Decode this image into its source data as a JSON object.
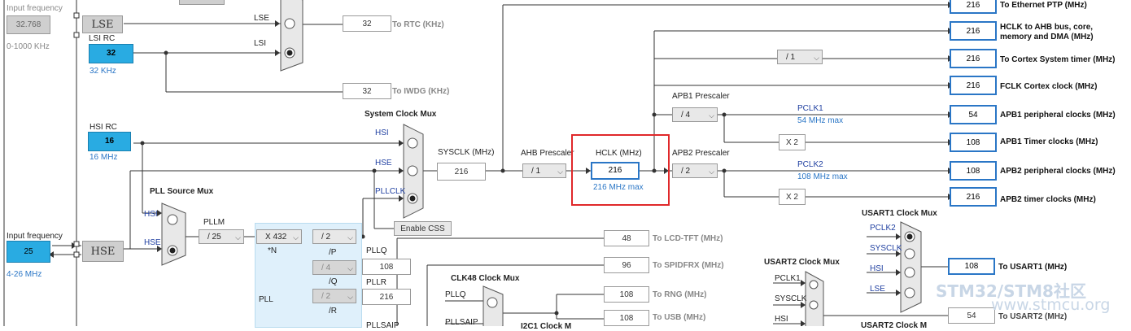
{
  "input_freq_top": {
    "label": "Input frequency",
    "value": "32.768",
    "range": "0-1000 KHz"
  },
  "lse_button": "LSE",
  "lsi": {
    "title": "LSI RC",
    "value": "32",
    "sub": "32 KHz"
  },
  "rtc_mux": {
    "lse": "LSE",
    "lsi": "LSI"
  },
  "rtc": {
    "value": "32",
    "label": "To RTC (KHz)"
  },
  "iwdg": {
    "value": "32",
    "label": "To IWDG (KHz)"
  },
  "hsi": {
    "title": "HSI RC",
    "value": "16",
    "sub": "16 MHz"
  },
  "sys_mux": {
    "title": "System Clock Mux",
    "hsi": "HSI",
    "hse": "HSE",
    "pllclk": "PLLCLK"
  },
  "sysclk": {
    "label": "SYSCLK (MHz)",
    "value": "216"
  },
  "enable_css": "Enable CSS",
  "ahb": {
    "label": "AHB Prescaler",
    "value": "/ 1"
  },
  "hclk": {
    "label": "HCLK (MHz)",
    "value": "216",
    "max": "216 MHz max"
  },
  "apb1": {
    "label": "APB1 Prescaler",
    "value": "/ 4",
    "pclk": "PCLK1",
    "max": "54 MHz max",
    "x2": "X 2"
  },
  "apb2": {
    "label": "APB2 Prescaler",
    "value": "/ 2",
    "pclk": "PCLK2",
    "max": "108 MHz max",
    "x2": "X 2"
  },
  "cortex_div": "/ 1",
  "outputs": [
    {
      "value": "216",
      "label": "To Ethernet PTP (MHz)"
    },
    {
      "value": "216",
      "label": "HCLK to AHB bus, core,",
      "label2": "memory and DMA (MHz)"
    },
    {
      "value": "216",
      "label": "To Cortex System timer (MHz)"
    },
    {
      "value": "216",
      "label": "FCLK Cortex clock (MHz)"
    },
    {
      "value": "54",
      "label": "APB1 peripheral clocks (MHz)"
    },
    {
      "value": "108",
      "label": "APB1 Timer clocks (MHz)"
    },
    {
      "value": "108",
      "label": "APB2 peripheral clocks (MHz)"
    },
    {
      "value": "216",
      "label": "APB2 timer clocks (MHz)"
    }
  ],
  "pll_src": {
    "title": "PLL Source Mux",
    "hsi": "HSI",
    "hse": "HSE"
  },
  "input_freq_bot": {
    "label": "Input frequency",
    "value": "25",
    "range": "4-26 MHz"
  },
  "hse_button": "HSE",
  "pllm": {
    "label": "PLLM",
    "value": "/ 25"
  },
  "pll": {
    "n_value": "X 432",
    "n_label": "*N",
    "p_value": "/ 2",
    "p_label": "/P",
    "q_value": "/ 4",
    "q_label": "/Q",
    "r_value": "/ 2",
    "r_label": "/R",
    "pllq_label": "PLLQ",
    "pllq_value": "108",
    "pllr_label": "PLLR",
    "pllr_value": "216",
    "pll_label": "PLL",
    "pllsaip": "PLLSAIP"
  },
  "lcd": {
    "value": "48",
    "label": "To LCD-TFT (MHz)"
  },
  "spdif": {
    "value": "96",
    "label": "To SPIDFRX (MHz)"
  },
  "rng": {
    "value": "108",
    "label": "To RNG (MHz)"
  },
  "usb": {
    "value": "108",
    "label": "To USB (MHz)"
  },
  "clk48": {
    "title": "CLK48 Clock Mux",
    "pllq": "PLLQ",
    "pllsaip": "PLLSAIP"
  },
  "i2c_partial": "I2C1 Clock M",
  "usart1": {
    "title": "USART1 Clock Mux",
    "in1": "PCLK2",
    "in2": "SYSCLK",
    "in3": "HSI",
    "in4": "LSE",
    "value": "108",
    "label": "To USART1 (MHz)"
  },
  "usart2": {
    "title": "USART2 Clock Mux",
    "in1": "PCLK1",
    "in2": "SYSCLK",
    "in3": "HSI",
    "value": "54",
    "label": "To USART2 (MHz)",
    "partial": "USART2 Clock M"
  },
  "watermark": {
    "line1": "STM32/STM8社区",
    "line2": "www.stmcu.org"
  }
}
